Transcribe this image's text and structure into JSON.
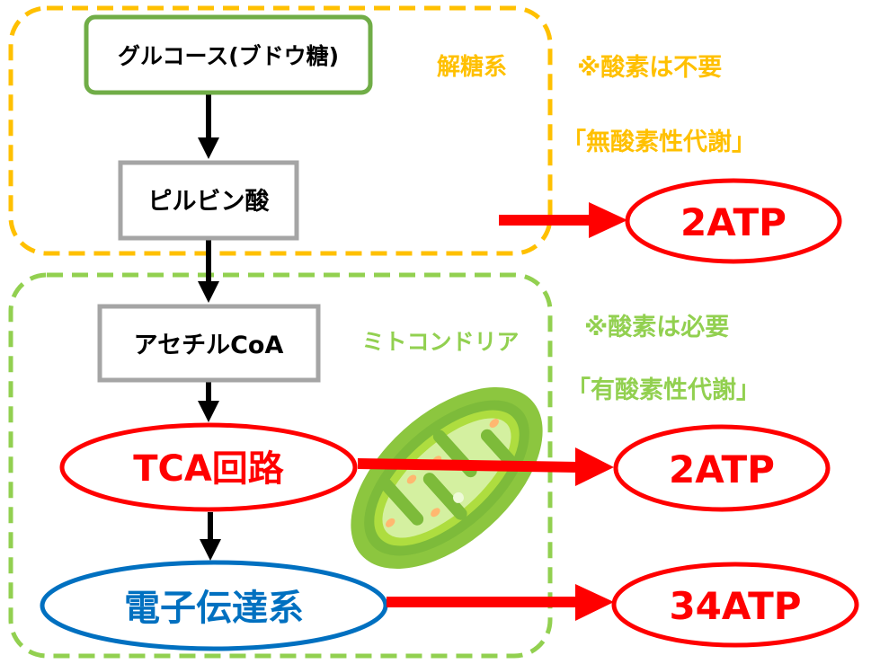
{
  "glycolysis": {
    "label": "解糖系",
    "note": "※酸素は不要",
    "type": "「無酸素性代謝」",
    "glucose": "グルコース(ブドウ糖)",
    "pyruvate": "ピルビン酸",
    "atp": "2ATP"
  },
  "mitochondria": {
    "label": "ミトコンドリア",
    "note": "※酸素は必要",
    "type": "「有酸素性代謝」",
    "acetyl_coa": "アセチルCoA",
    "tca": "TCA回路",
    "tca_atp": "2ATP",
    "electron": "電子伝達系",
    "electron_atp": "34ATP"
  },
  "colors": {
    "orange": "#FFC000",
    "green": "#92D050",
    "red": "#FF0000",
    "blue": "#0070C0",
    "gray": "#A5A5A5"
  }
}
